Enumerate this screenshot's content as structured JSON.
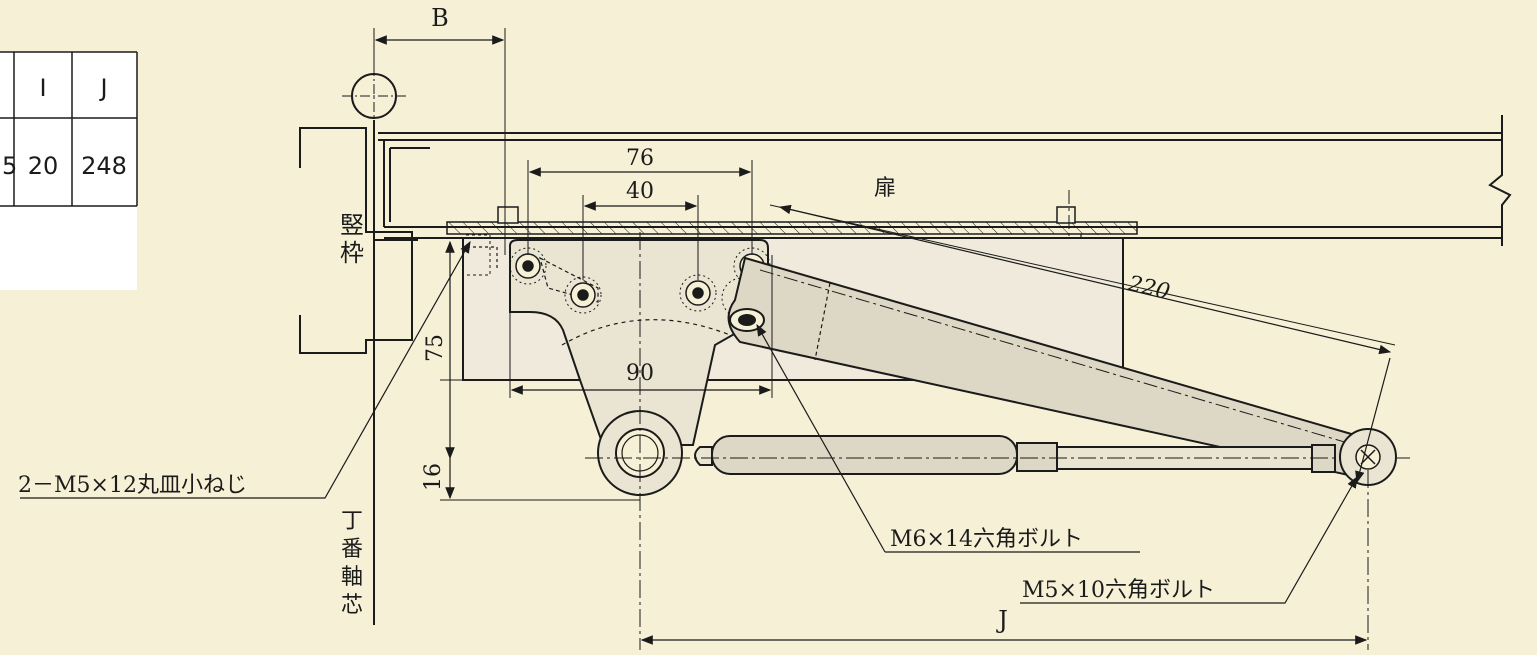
{
  "spec_table": {
    "headers": [
      "I",
      "J"
    ],
    "values": [
      "20",
      "248"
    ],
    "cut_off_prefix": "5"
  },
  "labels": {
    "dim_B": "B",
    "dim_76": "76",
    "dim_40": "40",
    "dim_90": "90",
    "dim_220": "220",
    "dim_75": "75",
    "dim_16": "16",
    "dim_J": "J",
    "door": "扉",
    "frame_line1": "竪",
    "frame_line2": "枠",
    "hinge_axis": [
      "丁",
      "番",
      "軸",
      "芯"
    ],
    "screw_note": "2－M5×12丸皿小ねじ",
    "bolt_m6": "M6×14六角ボルト",
    "bolt_m5": "M5×10六角ボルト"
  },
  "colors": {
    "background": "#f6f1d6",
    "line": "#1b1b1b",
    "table_bg": "#ffffff",
    "body_fill": "#e9e5d2",
    "arm_fill": "#d9d5c2"
  }
}
